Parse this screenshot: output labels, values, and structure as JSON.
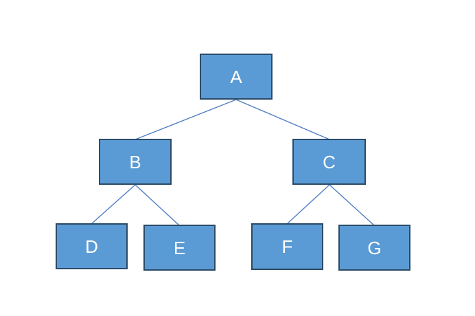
{
  "diagram": {
    "type": "tree",
    "title": "",
    "colors": {
      "background": "#ffffff",
      "node_fill": "#5b9bd5",
      "node_border": "#2a4a66",
      "connector_line": "#4f7dc5",
      "label_text": "#ffffff"
    },
    "nodes": [
      {
        "id": "A",
        "label": "A",
        "level": 1
      },
      {
        "id": "B",
        "label": "B",
        "level": 2
      },
      {
        "id": "C",
        "label": "C",
        "level": 2
      },
      {
        "id": "D",
        "label": "D",
        "level": 3
      },
      {
        "id": "E",
        "label": "E",
        "level": 3
      },
      {
        "id": "F",
        "label": "F",
        "level": 3
      },
      {
        "id": "G",
        "label": "G",
        "level": 3
      }
    ],
    "edges": [
      {
        "from": "A",
        "to": "B"
      },
      {
        "from": "A",
        "to": "C"
      },
      {
        "from": "B",
        "to": "D"
      },
      {
        "from": "B",
        "to": "E"
      },
      {
        "from": "C",
        "to": "F"
      },
      {
        "from": "C",
        "to": "G"
      }
    ]
  }
}
